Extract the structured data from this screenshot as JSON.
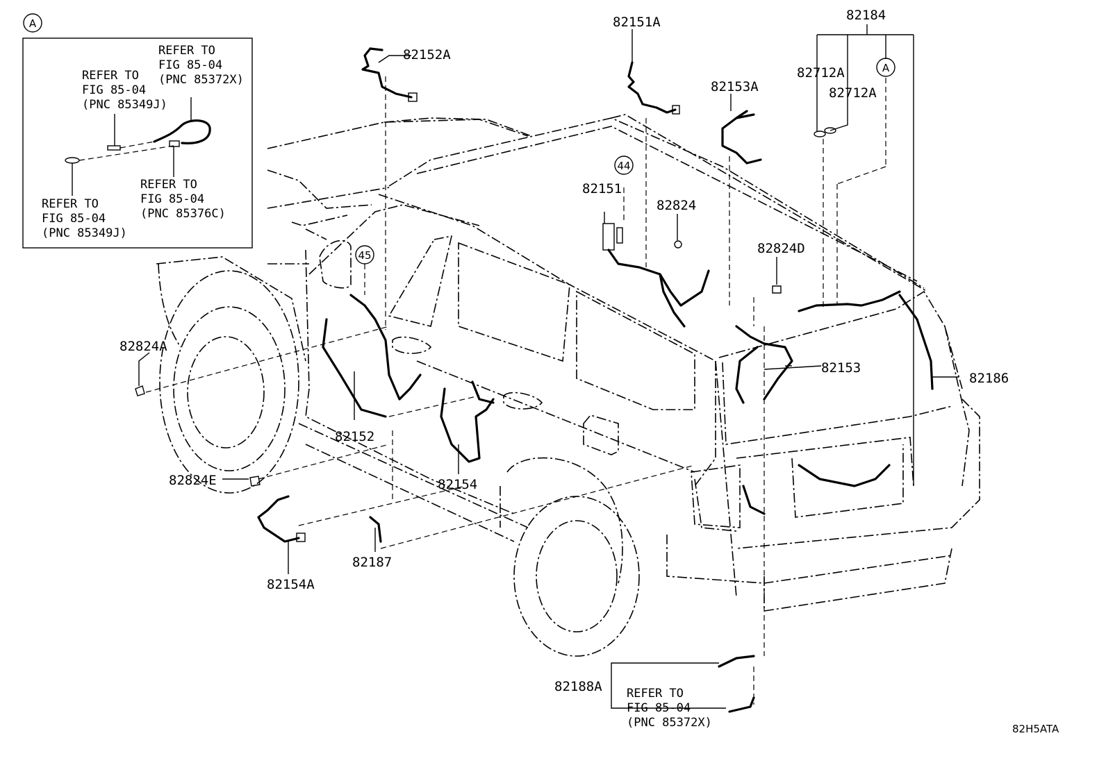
{
  "diagram_code": "82H5ATA",
  "inset": {
    "marker": "A",
    "refs": [
      {
        "line1": "REFER TO",
        "line2": "FIG 85-04",
        "line3": "(PNC 85372X)"
      },
      {
        "line1": "REFER TO",
        "line2": "FIG 85-04",
        "line3": "(PNC 85349J)"
      },
      {
        "line1": "REFER TO",
        "line2": "FIG 85-04",
        "line3": "(PNC 85376C)"
      },
      {
        "line1": "REFER TO",
        "line2": "FIG 85-04",
        "line3": "(PNC 85349J)"
      }
    ]
  },
  "parts": {
    "p82152A": "82152A",
    "p82151A": "82151A",
    "p82184": "82184",
    "p82712A_1": "82712A",
    "p82712A_2": "82712A",
    "p82153A": "82153A",
    "p82151": "82151",
    "p82824": "82824",
    "p82824D": "82824D",
    "p82824A": "82824A",
    "p82153": "82153",
    "p82186": "82186",
    "p82152": "82152",
    "p82824E": "82824E",
    "p82154": "82154",
    "p82187": "82187",
    "p82154A": "82154A",
    "p82188A": "82188A"
  },
  "markers": {
    "m44": "44",
    "m45": "45",
    "mA": "A"
  },
  "bottom_ref": {
    "line1": "REFER TO",
    "line2": "FIG 85-04",
    "line3": "(PNC 85372X)"
  }
}
